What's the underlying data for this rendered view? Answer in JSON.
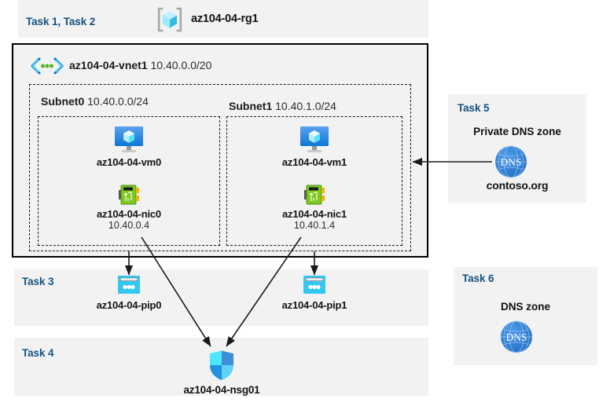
{
  "diagram": {
    "title_context": "Azure AZ-104 lab architecture",
    "resource_group": {
      "task_label": "Task 1, Task 2",
      "name": "az104-04-rg1",
      "icon": "resource-group-icon"
    },
    "vnet": {
      "name": "az104-04-vnet1",
      "cidr": "10.40.0.0/20",
      "icon": "virtual-network-icon"
    },
    "subnets": [
      {
        "name": "Subnet0",
        "cidr": "10.40.0.0/24",
        "vm": {
          "name": "az104-04-vm0",
          "icon": "virtual-machine-icon"
        },
        "nic": {
          "name": "az104-04-nic0",
          "ip": "10.40.0.4",
          "icon": "network-interface-icon"
        }
      },
      {
        "name": "Subnet1",
        "cidr": "10.40.1.0/24",
        "vm": {
          "name": "az104-04-vm1",
          "icon": "virtual-machine-icon"
        },
        "nic": {
          "name": "az104-04-nic1",
          "ip": "10.40.1.4",
          "icon": "network-interface-icon"
        }
      }
    ],
    "task3": {
      "task_label": "Task 3",
      "public_ips": [
        {
          "name": "az104-04-pip0",
          "icon": "public-ip-address-icon"
        },
        {
          "name": "az104-04-pip1",
          "icon": "public-ip-address-icon"
        }
      ]
    },
    "task4": {
      "task_label": "Task 4",
      "nsg": {
        "name": "az104-04-nsg01",
        "icon": "network-security-group-icon"
      }
    },
    "task5": {
      "task_label": "Task 5",
      "zone_title": "Private DNS zone",
      "zone_name": "contoso.org",
      "icon": "dns-zone-icon"
    },
    "task6": {
      "task_label": "Task 6",
      "zone_title": "DNS zone",
      "icon": "dns-zone-icon"
    },
    "colors": {
      "panel_background": "#f2f2f2",
      "page_background": "#ffffff",
      "task_label_blue": "#15527f",
      "azure_blue": "#0078d4",
      "cyan_accent": "#32c8f0",
      "nic_green": "#7fba00",
      "dns_blue": "#2a7fd4",
      "border_black": "#000000"
    }
  }
}
